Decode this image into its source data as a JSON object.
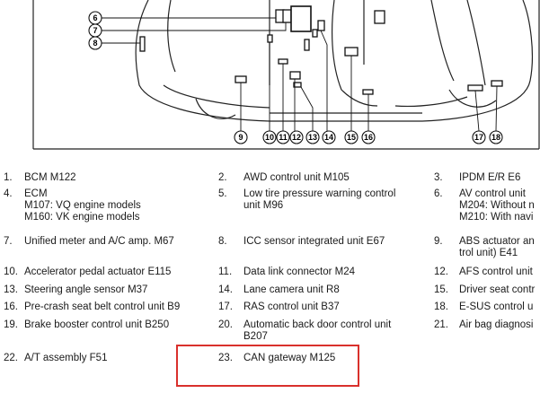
{
  "diagram": {
    "callouts": [
      {
        "id": "6",
        "label": "6"
      },
      {
        "id": "7",
        "label": "7"
      },
      {
        "id": "8",
        "label": "8"
      },
      {
        "id": "9",
        "label": "9"
      },
      {
        "id": "10",
        "label": "10"
      },
      {
        "id": "11",
        "label": "11"
      },
      {
        "id": "12",
        "label": "12"
      },
      {
        "id": "13",
        "label": "13"
      },
      {
        "id": "14",
        "label": "14"
      },
      {
        "id": "15",
        "label": "15"
      },
      {
        "id": "16",
        "label": "16"
      },
      {
        "id": "17",
        "label": "17"
      },
      {
        "id": "18",
        "label": "18"
      }
    ]
  },
  "legend": {
    "items": [
      {
        "num": "1.",
        "lines": [
          "BCM M122"
        ]
      },
      {
        "num": "2.",
        "lines": [
          "AWD control unit M105"
        ]
      },
      {
        "num": "3.",
        "lines": [
          "IPDM E/R E6"
        ]
      },
      {
        "num": "4.",
        "lines": [
          "ECM",
          "M107: VQ engine models",
          "M160: VK engine models"
        ]
      },
      {
        "num": "5.",
        "lines": [
          "Low tire pressure warning control",
          "unit M96"
        ]
      },
      {
        "num": "6.",
        "lines": [
          "AV control unit",
          "M204: Without n",
          "M210: With navi"
        ]
      },
      {
        "num": "7.",
        "lines": [
          "Unified meter and A/C amp. M67"
        ]
      },
      {
        "num": "8.",
        "lines": [
          "ICC sensor integrated unit E67"
        ]
      },
      {
        "num": "9.",
        "lines": [
          "ABS actuator an",
          "trol unit) E41"
        ]
      },
      {
        "num": "10.",
        "lines": [
          "Accelerator pedal actuator E115"
        ]
      },
      {
        "num": "11.",
        "lines": [
          "Data link connector M24"
        ]
      },
      {
        "num": "12.",
        "lines": [
          "AFS control unit"
        ]
      },
      {
        "num": "13.",
        "lines": [
          "Steering angle sensor M37"
        ]
      },
      {
        "num": "14.",
        "lines": [
          "Lane camera unit R8"
        ]
      },
      {
        "num": "15.",
        "lines": [
          "Driver seat contr"
        ]
      },
      {
        "num": "16.",
        "lines": [
          "Pre-crash seat belt control unit B9"
        ]
      },
      {
        "num": "17.",
        "lines": [
          "RAS control unit B37"
        ]
      },
      {
        "num": "18.",
        "lines": [
          "E-SUS control u"
        ]
      },
      {
        "num": "19.",
        "lines": [
          "Brake booster control unit B250"
        ]
      },
      {
        "num": "20.",
        "lines": [
          "Automatic back door control unit",
          "B207"
        ]
      },
      {
        "num": "21.",
        "lines": [
          "Air bag diagnosi"
        ]
      },
      {
        "num": "22.",
        "lines": [
          "A/T assembly F51"
        ]
      },
      {
        "num": "23.",
        "lines": [
          "CAN gateway M125"
        ]
      }
    ]
  }
}
